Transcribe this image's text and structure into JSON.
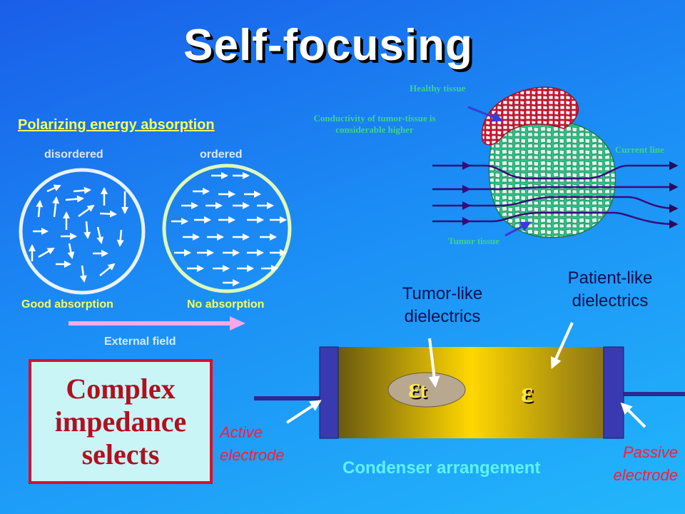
{
  "title": "Self-focusing",
  "polarizing": {
    "heading": "Polarizing energy absorption",
    "disordered_label": "disordered",
    "ordered_label": "ordered",
    "good_label": "Good absorption",
    "no_label": "No absorption",
    "field_label": "External field"
  },
  "tissue": {
    "healthy_label": "Healthy tissue",
    "conductivity_label_line1": "Conductivity of tumor-tissue is",
    "conductivity_label_line2": "considerable higher",
    "current_label": "Current line",
    "tumor_label": "Tumor tissue"
  },
  "condenser": {
    "tumor_dielectric_line1": "Tumor-like",
    "tumor_dielectric_line2": "dielectrics",
    "patient_dielectric_line1": "Patient-like",
    "patient_dielectric_line2": "dielectrics",
    "eps_t_symbol": "ε",
    "eps_t_subscript": "t",
    "eps_symbol": "ε",
    "active_line1": "Active",
    "active_line2": "electrode",
    "passive_line1": "Passive",
    "passive_line2": "electrode",
    "arrangement_label": "Condenser arrangement"
  },
  "complex_box": {
    "line1": "Complex",
    "line2": "impedance",
    "line3": "selects"
  },
  "colors": {
    "yellow": "#f4ff5c",
    "red": "#ff1a3c",
    "green": "#3cd48c",
    "cyan": "#5ef2ff"
  }
}
